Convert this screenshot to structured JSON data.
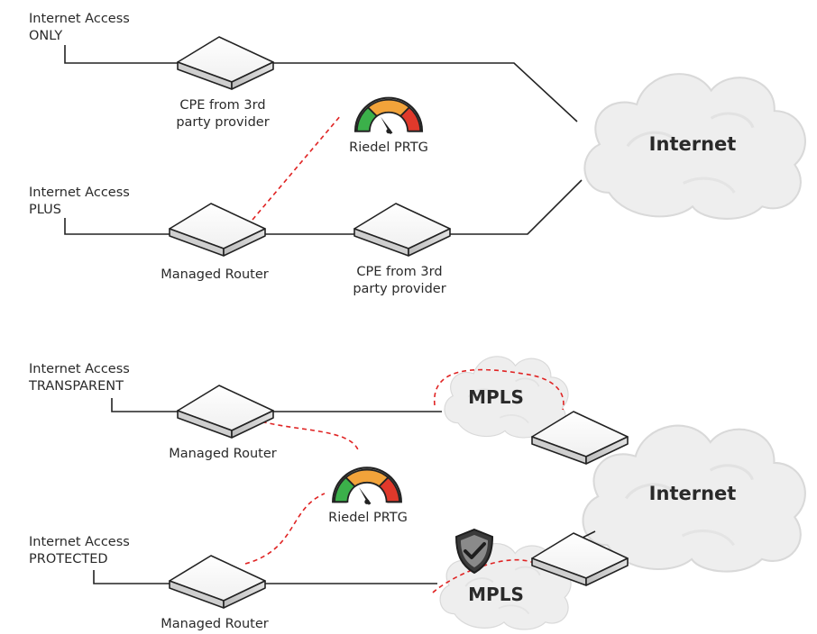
{
  "sections": [
    {
      "title": "Internet Access",
      "variant": "ONLY"
    },
    {
      "title": "Internet Access",
      "variant": "PLUS"
    },
    {
      "title": "Internet Access",
      "variant": "TRANSPARENT"
    },
    {
      "title": "Internet Access",
      "variant": "PROTECTED"
    }
  ],
  "devices": {
    "cpe_line1": "CPE from 3rd",
    "cpe_line2": "party provider",
    "managed_router": "Managed Router"
  },
  "monitor": {
    "label": "Riedel PRTG"
  },
  "clouds": {
    "internet": "Internet",
    "mpls": "MPLS"
  },
  "colors": {
    "line": "#222222",
    "monitor_link": "#e02424",
    "cloud_fill": "#eeeeee",
    "gauge_green": "#3bb04a",
    "gauge_orange": "#f2a33a",
    "gauge_red": "#e0392b",
    "shield": "#3a3a3a"
  },
  "icons": [
    "router-icon",
    "gauge-icon",
    "cloud-icon",
    "shield-check-icon"
  ]
}
